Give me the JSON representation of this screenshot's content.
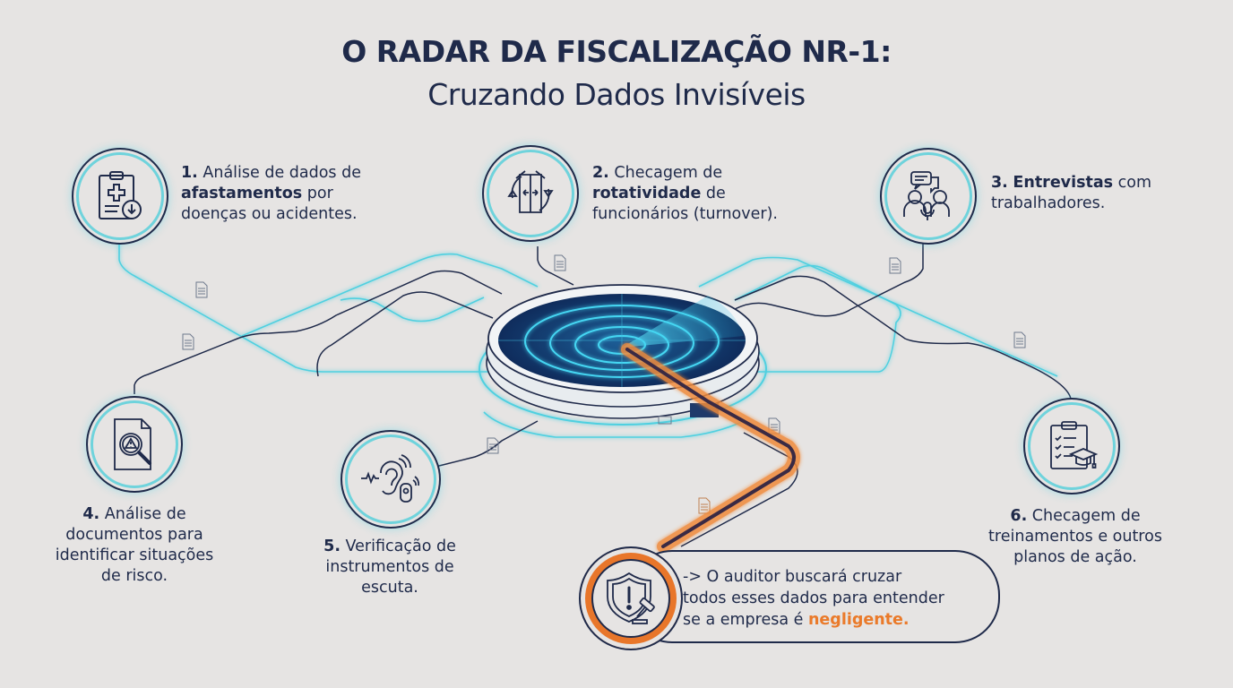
{
  "header": {
    "title": "O RADAR DA FISCALIZAÇÃO NR-1:",
    "subtitle": "Cruzando Dados Invisíveis"
  },
  "colors": {
    "background": "#e6e4e3",
    "navy": "#1f2a4a",
    "cyan": "#4fd0e0",
    "orange": "#e8762a"
  },
  "items": [
    {
      "number": "1.",
      "pre": " Análise de dados de ",
      "bold": "afastamentos",
      "post": " por doenças ou acidentes.",
      "icon": "clipboard-medical-download-icon"
    },
    {
      "number": "2.",
      "pre": " Checagem de ",
      "bold": "rotatividade",
      "post": " de funcionários (turnover).",
      "icon": "revolving-door-icon"
    },
    {
      "number": "3.",
      "pre": " ",
      "bold": "Entrevistas",
      "post": " com trabalhadores.",
      "icon": "interview-people-microphone-icon"
    },
    {
      "number": "4.",
      "pre": " Análise de documentos para identificar situações de risco.",
      "bold": "",
      "post": "",
      "icon": "document-magnifier-warning-icon"
    },
    {
      "number": "5.",
      "pre": " Verificação de instrumentos de escuta.",
      "bold": "",
      "post": "",
      "icon": "ear-listening-device-icon"
    },
    {
      "number": "6.",
      "pre": " Checagem de treinamentos e outros planos de ação.",
      "bold": "",
      "post": "",
      "icon": "checklist-graduation-cap-icon"
    }
  ],
  "callout": {
    "line1": "-> O auditor buscará cruzar",
    "line2": "todos esses dados para entender",
    "line3_pre": "se a empresa é ",
    "line3_highlight": "negligente.",
    "icon": "shield-warning-gavel-icon"
  },
  "center": {
    "icon": "radar-scanner-icon"
  }
}
